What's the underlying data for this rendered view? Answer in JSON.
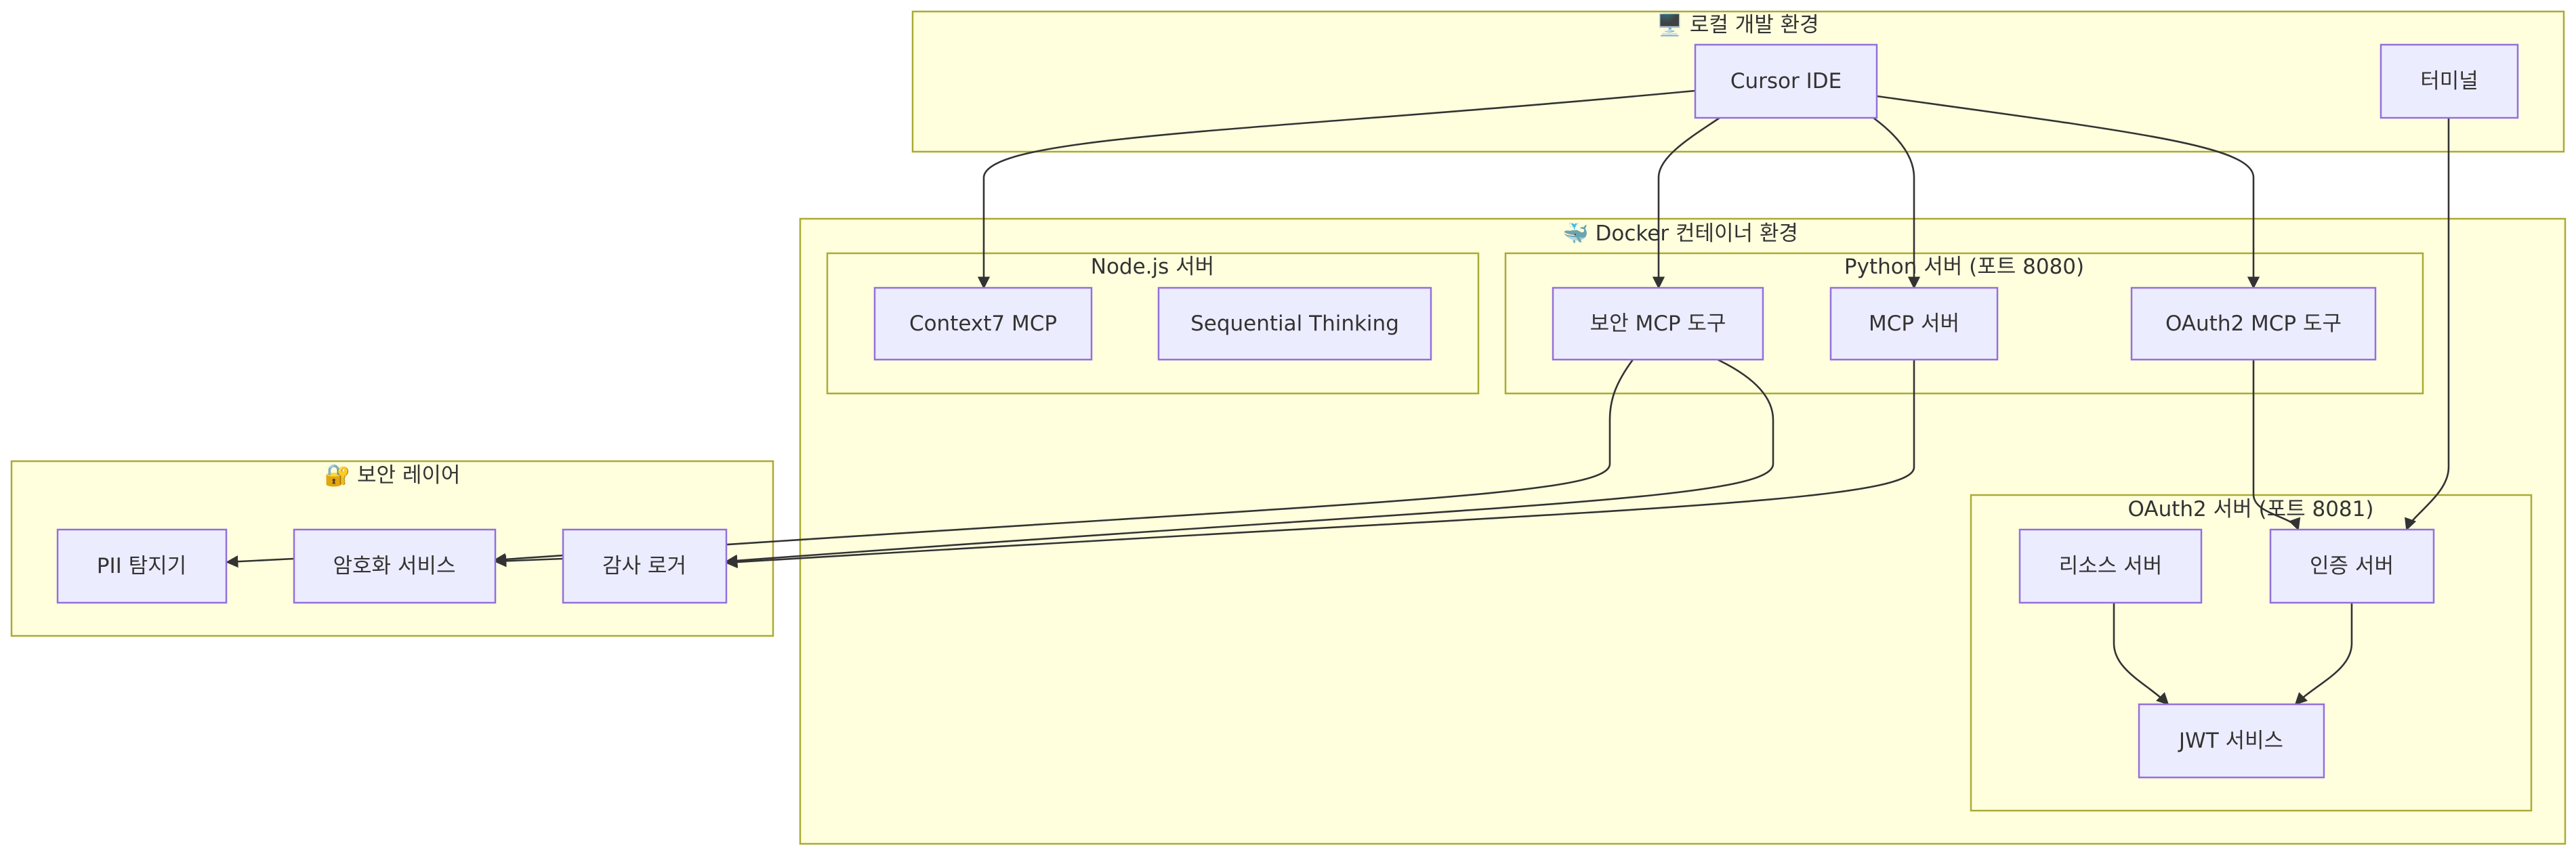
{
  "clusters": {
    "local_dev": {
      "icon": "🖥️",
      "label": "로컬 개발 환경"
    },
    "docker": {
      "icon": "🐳",
      "label": "Docker 컨테이너 환경"
    },
    "nodejs": {
      "label": "Node.js 서버"
    },
    "python": {
      "label": "Python 서버 (포트 8080)"
    },
    "oauth2": {
      "label": "OAuth2 서버 (포트 8081)"
    },
    "security": {
      "icon": "🔐",
      "label": "보안 레이어"
    }
  },
  "nodes": {
    "cursor_ide": "Cursor IDE",
    "terminal": "터미널",
    "context7": "Context7 MCP",
    "sequential": "Sequential Thinking",
    "security_mcp": "보안 MCP 도구",
    "mcp_server": "MCP 서버",
    "oauth2_mcp": "OAuth2 MCP 도구",
    "resource_server": "리소스 서버",
    "auth_server": "인증 서버",
    "jwt_service": "JWT 서비스",
    "pii_detector": "PII 탐지기",
    "encryption_service": "암호화 서비스",
    "audit_logger": "감사 로거"
  },
  "colors": {
    "cluster_fill": "#ffffde",
    "cluster_stroke": "#aaaa33",
    "node_fill": "#ececff",
    "node_stroke": "#9370db",
    "edge": "#333333"
  }
}
